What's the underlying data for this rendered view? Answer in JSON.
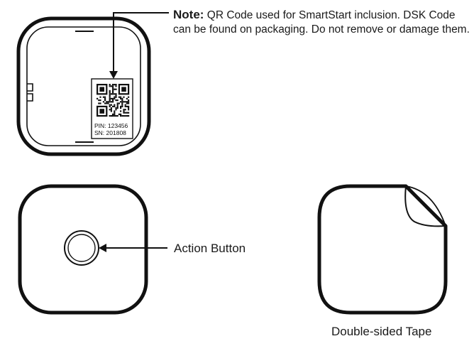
{
  "note": {
    "label": "Note:",
    "text": "QR Code used for SmartStart inclusion. DSK Code can be found on packaging. Do not remove or damage them."
  },
  "qr_label": {
    "pin": "PIN: 123456",
    "sn": "SN: 201808"
  },
  "callouts": {
    "action_button": "Action Button",
    "double_sided_tape": "Double-sided Tape"
  },
  "colors": {
    "outline": "#111111",
    "background": "#ffffff"
  }
}
